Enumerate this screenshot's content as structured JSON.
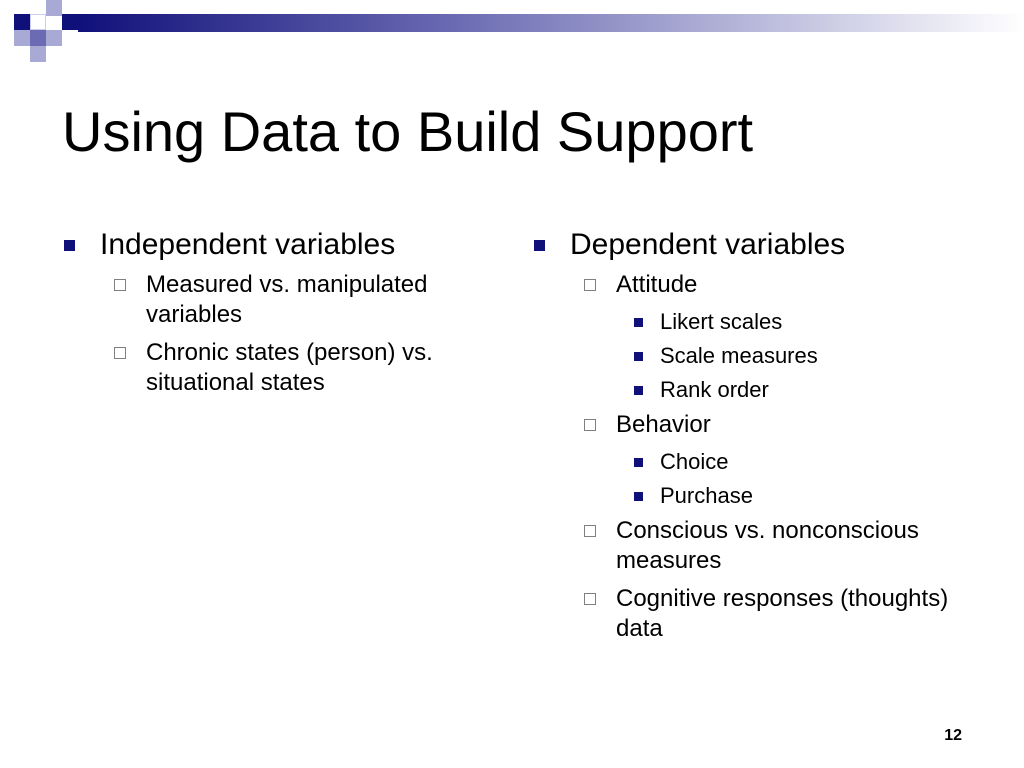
{
  "slide": {
    "title": "Using Data to Build Support",
    "page_number": "12",
    "colors": {
      "accent": "#10107a",
      "accent_light": "#a9a9d6",
      "square_mid": "#6b6bb3"
    },
    "left_column": {
      "heading": "Independent variables",
      "items": [
        {
          "text": "Measured vs. manipulated variables"
        },
        {
          "text": "Chronic states (person) vs. situational states"
        }
      ]
    },
    "right_column": {
      "heading": "Dependent variables",
      "items": [
        {
          "text": "Attitude",
          "subitems": [
            "Likert scales",
            "Scale measures",
            "Rank order"
          ]
        },
        {
          "text": "Behavior",
          "subitems": [
            "Choice",
            "Purchase"
          ]
        },
        {
          "text": "Conscious vs. nonconscious measures"
        },
        {
          "text": "Cognitive responses (thoughts) data"
        }
      ]
    }
  }
}
